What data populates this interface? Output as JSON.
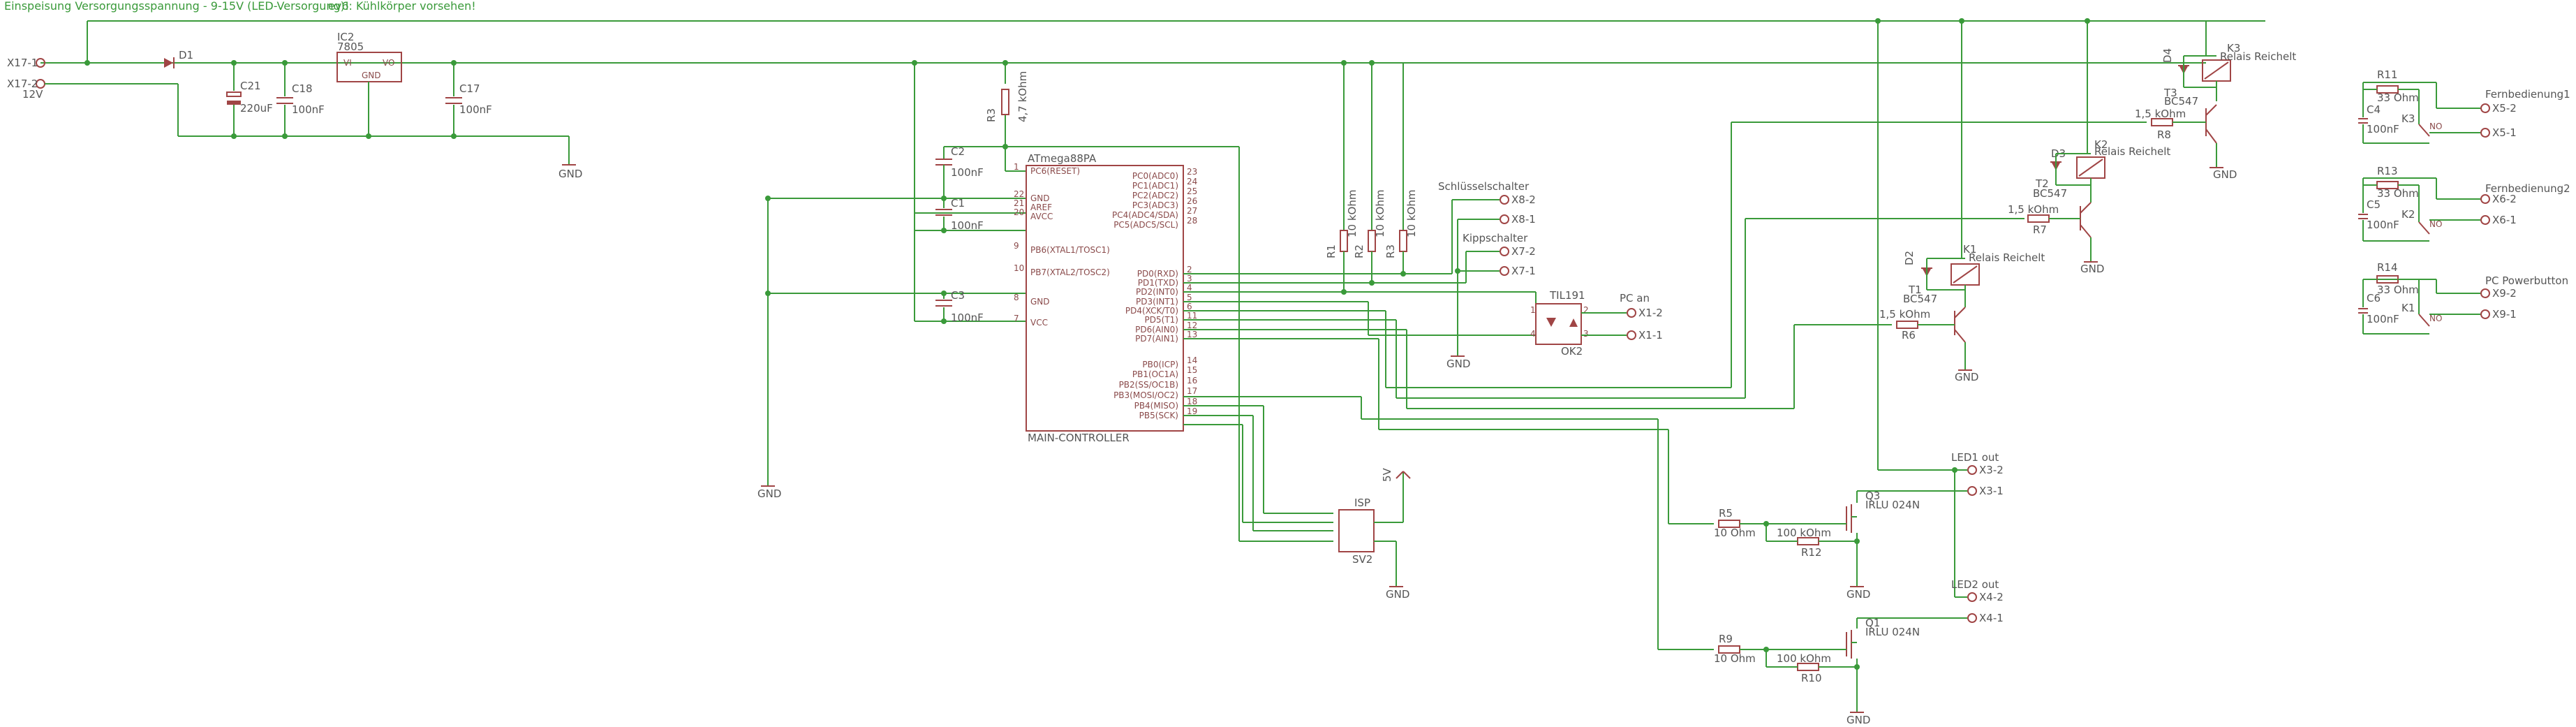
{
  "notes": {
    "supply_note": "Einspeisung Versorgungsspannung - 9-15V (LED-Versorgung)!",
    "cooling_note": "ev6: Kühlkörper vorsehen!"
  },
  "colors": {
    "wire": "#3a9a3a",
    "device": "#a04545",
    "text": "#555555"
  },
  "power": {
    "x17_label": "X17-1",
    "x17b_label": "X17-2",
    "x17_voltage": "12V",
    "d1": "D1",
    "c21_name": "C21",
    "c21_value": "220uF",
    "c18_name": "C18",
    "c18_value": "100nF",
    "ic2_name": "IC2",
    "ic2_value": "7805",
    "ic2_vi": "VI",
    "ic2_vo": "VO",
    "ic2_gnd": "GND",
    "c17_name": "C17",
    "c17_value": "100nF",
    "gnd": "GND"
  },
  "mcu": {
    "title": "ATmega88PA",
    "name": "MAIN-CONTROLLER",
    "left_pins": [
      {
        "num": "1",
        "label": "PC6(RESET)"
      },
      {
        "num": "22",
        "label": "GND"
      },
      {
        "num": "21",
        "label": "AREF"
      },
      {
        "num": "20",
        "label": "AVCC"
      },
      {
        "num": "9",
        "label": "PB6(XTAL1/TOSC1)"
      },
      {
        "num": "10",
        "label": "PB7(XTAL2/TOSC2)"
      },
      {
        "num": "8",
        "label": "GND"
      },
      {
        "num": "7",
        "label": "VCC"
      }
    ],
    "right_pins": [
      {
        "num": "23",
        "label": "PC0(ADC0)"
      },
      {
        "num": "24",
        "label": "PC1(ADC1)"
      },
      {
        "num": "25",
        "label": "PC2(ADC2)"
      },
      {
        "num": "26",
        "label": "PC3(ADC3)"
      },
      {
        "num": "27",
        "label": "PC4(ADC4/SDA)"
      },
      {
        "num": "28",
        "label": "PC5(ADC5/SCL)"
      },
      {
        "num": "2",
        "label": "PD0(RXD)"
      },
      {
        "num": "3",
        "label": "PD1(TXD)"
      },
      {
        "num": "4",
        "label": "PD2(INT0)"
      },
      {
        "num": "5",
        "label": "PD3(INT1)"
      },
      {
        "num": "6",
        "label": "PD4(XCK/T0)"
      },
      {
        "num": "11",
        "label": "PD5(T1)"
      },
      {
        "num": "12",
        "label": "PD6(AIN0)"
      },
      {
        "num": "13",
        "label": "PD7(AIN1)"
      },
      {
        "num": "14",
        "label": "PB0(ICP)"
      },
      {
        "num": "15",
        "label": "PB1(OC1A)"
      },
      {
        "num": "16",
        "label": "PB2(SS/OC1B)"
      },
      {
        "num": "17",
        "label": "PB3(MOSI/OC2)"
      },
      {
        "num": "18",
        "label": "PB4(MISO)"
      },
      {
        "num": "19",
        "label": "PB5(SCK)"
      }
    ]
  },
  "left_parts": {
    "c2_name": "C2",
    "c2_value": "100nF",
    "c1_name": "C1",
    "c1_value": "100nF",
    "c3_name": "C3",
    "c3_value": "100nF",
    "r_reset_name": "R3",
    "r_reset_value": "4,7 kOhm",
    "gnd": "GND"
  },
  "pullups": [
    {
      "name": "R1",
      "value": "10 kOhm"
    },
    {
      "name": "R2",
      "value": "10 kOhm"
    },
    {
      "name": "R3",
      "value": "10 kOhm"
    }
  ],
  "switches": {
    "schluessel_label": "Schlüsselschalter",
    "schluessel_pins": [
      "X8-2",
      "X8-1"
    ],
    "kipp_label": "Kippschalter",
    "kipp_pins": [
      "X7-2",
      "X7-1"
    ],
    "gnd": "GND"
  },
  "opto": {
    "name": "TIL191",
    "ref": "OK2",
    "pc_label": "PC an",
    "pc_pins": [
      "X1-2",
      "X1-1"
    ],
    "pin_nums": [
      "1",
      "2",
      "3",
      "4"
    ]
  },
  "isp": {
    "name": "ISP",
    "ref": "SV2",
    "supply": "5V",
    "gnd": "GND"
  },
  "relays": [
    {
      "relay": "K3",
      "relay_label": "Relais Reichelt",
      "diode": "D4",
      "transistor": "T3",
      "tr_type": "BC547",
      "resistor": "R8",
      "res_value": "1,5 kOhm",
      "gnd": "GND"
    },
    {
      "relay": "K2",
      "relay_label": "Relais Reichelt",
      "diode": "D3",
      "transistor": "T2",
      "tr_type": "BC547",
      "resistor": "R7",
      "res_value": "1,5 kOhm",
      "gnd": "GND"
    },
    {
      "relay": "K1",
      "relay_label": "Relais Reichelt",
      "diode": "D2",
      "transistor": "T1",
      "tr_type": "BC547",
      "resistor": "R6",
      "res_value": "1,5 kOhm",
      "gnd": "GND"
    }
  ],
  "remotes": [
    {
      "label": "Fernbedienung1",
      "res": "R11",
      "res_value": "33 Ohm",
      "cap": "C4",
      "cap_value": "100nF",
      "contact": "K3",
      "no": "NO",
      "pins": [
        "X5-2",
        "X5-1"
      ]
    },
    {
      "label": "Fernbedienung2",
      "res": "R13",
      "res_value": "33 Ohm",
      "cap": "C5",
      "cap_value": "100nF",
      "contact": "K2",
      "no": "NO",
      "pins": [
        "X6-2",
        "X6-1"
      ]
    },
    {
      "label": "PC Powerbutton",
      "res": "R14",
      "res_value": "33 Ohm",
      "cap": "C6",
      "cap_value": "100nF",
      "contact": "K1",
      "no": "NO",
      "pins": [
        "X9-2",
        "X9-1"
      ]
    }
  ],
  "leds": [
    {
      "out_label": "LED1 out",
      "pins": [
        "X3-2",
        "X3-1"
      ],
      "mosfet": "Q3",
      "mos_type": "IRLU 024N",
      "r_gate": "R5",
      "r_gate_value": "10 Ohm",
      "r_pd": "R12",
      "r_pd_value": "100 kOhm",
      "gnd": "GND"
    },
    {
      "out_label": "LED2 out",
      "pins": [
        "X4-2",
        "X4-1"
      ],
      "mosfet": "Q1",
      "mos_type": "IRLU 024N",
      "r_gate": "R9",
      "r_gate_value": "10 Ohm",
      "r_pd": "R10",
      "r_pd_value": "100 kOhm",
      "gnd": "GND"
    }
  ]
}
